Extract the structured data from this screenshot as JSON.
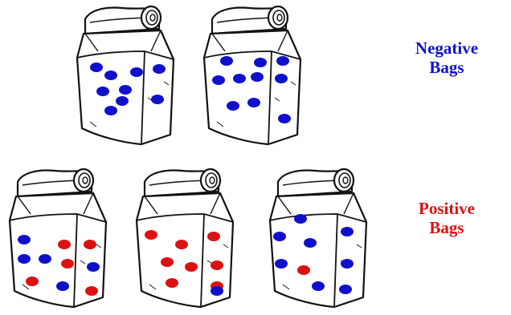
{
  "colors": {
    "negative": "#1010cc",
    "positive": "#dd1111",
    "outline": "#111111",
    "bag_fill": "#ffffff"
  },
  "groups": [
    {
      "id": "negative",
      "label_line1": "Negative",
      "label_line2": "Bags",
      "bags": [
        {
          "dots": [
            "negative",
            "negative",
            "negative",
            "negative",
            "negative",
            "negative",
            "negative",
            "negative",
            "negative"
          ]
        },
        {
          "dots": [
            "negative",
            "negative",
            "negative",
            "negative",
            "negative",
            "negative",
            "negative",
            "negative",
            "negative",
            "negative"
          ]
        }
      ]
    },
    {
      "id": "positive",
      "label_line1": "Positive",
      "label_line2": "Bags",
      "bags": [
        {
          "dots": [
            "negative",
            "positive",
            "positive",
            "negative",
            "negative",
            "positive",
            "negative",
            "positive",
            "negative",
            "positive"
          ]
        },
        {
          "dots": [
            "positive",
            "positive",
            "positive",
            "positive",
            "positive",
            "positive",
            "positive",
            "positive",
            "negative"
          ]
        },
        {
          "dots": [
            "negative",
            "negative",
            "negative",
            "negative",
            "negative",
            "positive",
            "negative",
            "negative",
            "negative"
          ]
        }
      ]
    }
  ]
}
